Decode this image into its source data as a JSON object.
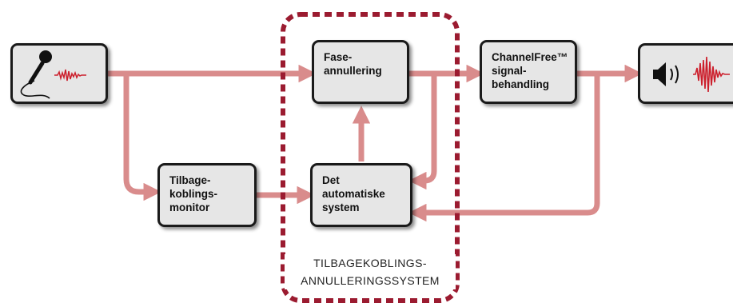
{
  "colors": {
    "arrow": "#d98c8c",
    "frame": "#9b1b30",
    "waveform": "#cc1f2c",
    "box_fill": "#e6e6e6",
    "box_border": "#1a1a1a"
  },
  "nodes": {
    "input": {
      "icons": [
        "microphone-icon",
        "input-waveform-icon"
      ]
    },
    "phase_cancel": {
      "lines": [
        "Fase-",
        "annullering"
      ]
    },
    "channelfree": {
      "lines": [
        "ChannelFree™",
        "signal-",
        "behandling"
      ]
    },
    "output": {
      "icons": [
        "speaker-icon",
        "output-waveform-icon"
      ]
    },
    "feedback_monitor": {
      "lines": [
        "Tilbage-",
        "koblings-",
        "monitor"
      ]
    },
    "automatic_system": {
      "lines": [
        "Det",
        "automatiske",
        "system"
      ]
    }
  },
  "system_label": [
    "TILBAGEKOBLINGS-",
    "ANNULLERINGSSYSTEM"
  ]
}
